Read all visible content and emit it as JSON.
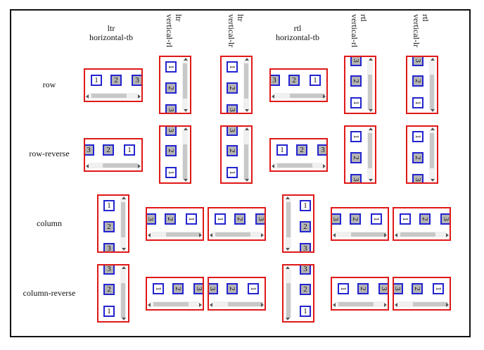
{
  "columns": [
    {
      "dir": "ltr",
      "mode": "horizontal-tb"
    },
    {
      "dir": "ltr",
      "mode": "vertical-rl"
    },
    {
      "dir": "ltr",
      "mode": "vertical-lr"
    },
    {
      "dir": "rtl",
      "mode": "horizontal-tb"
    },
    {
      "dir": "rtl",
      "mode": "vertical-rl"
    },
    {
      "dir": "rtl",
      "mode": "vertical-lr"
    }
  ],
  "rows": [
    "row",
    "row-reverse",
    "column",
    "column-reverse"
  ],
  "items": {
    "one": "1",
    "two": "2",
    "three": "3"
  },
  "colors": {
    "outline": "#e01818",
    "item_border": "#2424d0",
    "shade": "#b4b4b4"
  }
}
